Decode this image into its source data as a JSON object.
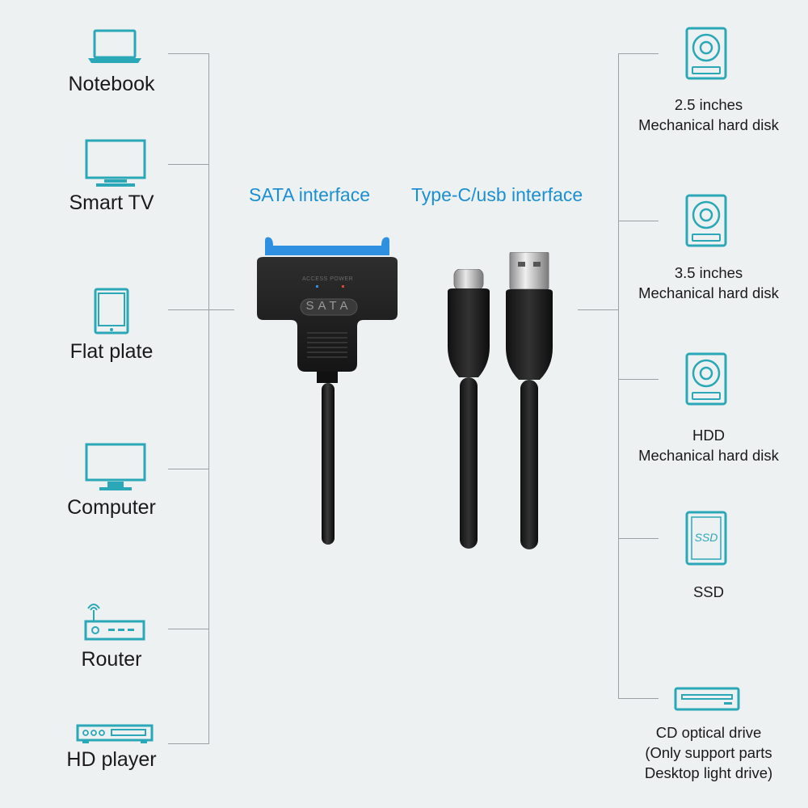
{
  "colors": {
    "accent": "#1c8fd2",
    "icon_teal": "#2aa8b8",
    "line": "#9aa0a3",
    "background": "#eef1f2"
  },
  "headers": {
    "sata": "SATA interface",
    "type_c": "Type-C/usb interface"
  },
  "adapter_labels": {
    "small_text": "ACCESS POWER",
    "sata": "SATA"
  },
  "left_devices": [
    {
      "label": "Notebook",
      "icon": "laptop-icon"
    },
    {
      "label": "Smart TV",
      "icon": "tv-icon"
    },
    {
      "label": "Flat plate",
      "icon": "tablet-icon"
    },
    {
      "label": "Computer",
      "icon": "monitor-icon"
    },
    {
      "label": "Router",
      "icon": "router-icon"
    },
    {
      "label": "HD player",
      "icon": "hd-player-icon"
    }
  ],
  "right_devices": [
    {
      "lines": [
        "2.5 inches",
        "Mechanical hard disk"
      ],
      "icon": "hard-disk-icon"
    },
    {
      "lines": [
        "3.5 inches",
        "Mechanical hard disk"
      ],
      "icon": "hard-disk-icon"
    },
    {
      "lines": [
        "HDD",
        "Mechanical hard disk"
      ],
      "icon": "hard-disk-icon"
    },
    {
      "lines": [
        "SSD"
      ],
      "icon": "ssd-icon",
      "icon_text": "SSD"
    },
    {
      "lines": [
        "CD optical drive",
        "(Only support parts",
        "Desktop light drive)"
      ],
      "icon": "optical-drive-icon"
    }
  ]
}
